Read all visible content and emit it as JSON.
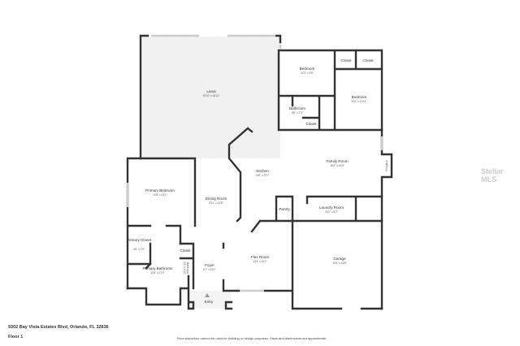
{
  "address": "9302 Bay Vista Estates Blvd, Orlando, FL 32836",
  "floor_label": "Floor 1",
  "disclaimer": "Floor plans/tour cannot be used for building or design purposes. Sizes and dimensions are approximate.",
  "watermark": "Stellar MLS",
  "rooms": {
    "lanai": {
      "name": "Lanai",
      "dim": "29'10\" x 26'11\""
    },
    "bedroom1": {
      "name": "Bedroom",
      "dim": "12'3\" x 9'5\""
    },
    "closet1": {
      "name": "Closet"
    },
    "closet2": {
      "name": "Closet"
    },
    "bedroom2": {
      "name": "Bedroom",
      "dim": "9'10\" x 12'11\""
    },
    "bathroom": {
      "name": "Bathroom",
      "dim": "8'6\" x 7'5\""
    },
    "closet3": {
      "name": "Closet"
    },
    "kitchen": {
      "name": "Kitchen",
      "dim": "13'5\" x 22'7\""
    },
    "family": {
      "name": "Family Room",
      "dim": "19'4\" x 14'6\""
    },
    "fireplace": {
      "name": "Fireplace"
    },
    "primary_bedroom": {
      "name": "Primary Bedroom",
      "dim": "14'8\" x 14'1\""
    },
    "dining": {
      "name": "Dining Room",
      "dim": "9'11\" x 12'8\""
    },
    "pantry": {
      "name": "Pantry"
    },
    "laundry": {
      "name": "Laundry Room",
      "dim": "9'11\" x 5'2\""
    },
    "primary_closet": {
      "name": "Primary Closet",
      "dim": "4'6\" x 7'9\""
    },
    "closet4": {
      "name": "Closet"
    },
    "bathroom2": {
      "name": "Bathroom",
      "dim": "3'2\" x 4'10\""
    },
    "primary_bathroom": {
      "name": "Primary Bathroom",
      "dim": "12'6\" x 17'0\""
    },
    "foyer": {
      "name": "Foyer",
      "dim": "6'7\" x 10'1\""
    },
    "flex": {
      "name": "Flex Room",
      "dim": "14'4\" x 14'1\""
    },
    "garage": {
      "name": "Garage",
      "dim": "19'4\" x 23'8\""
    },
    "entry": {
      "name": "Entry"
    }
  }
}
